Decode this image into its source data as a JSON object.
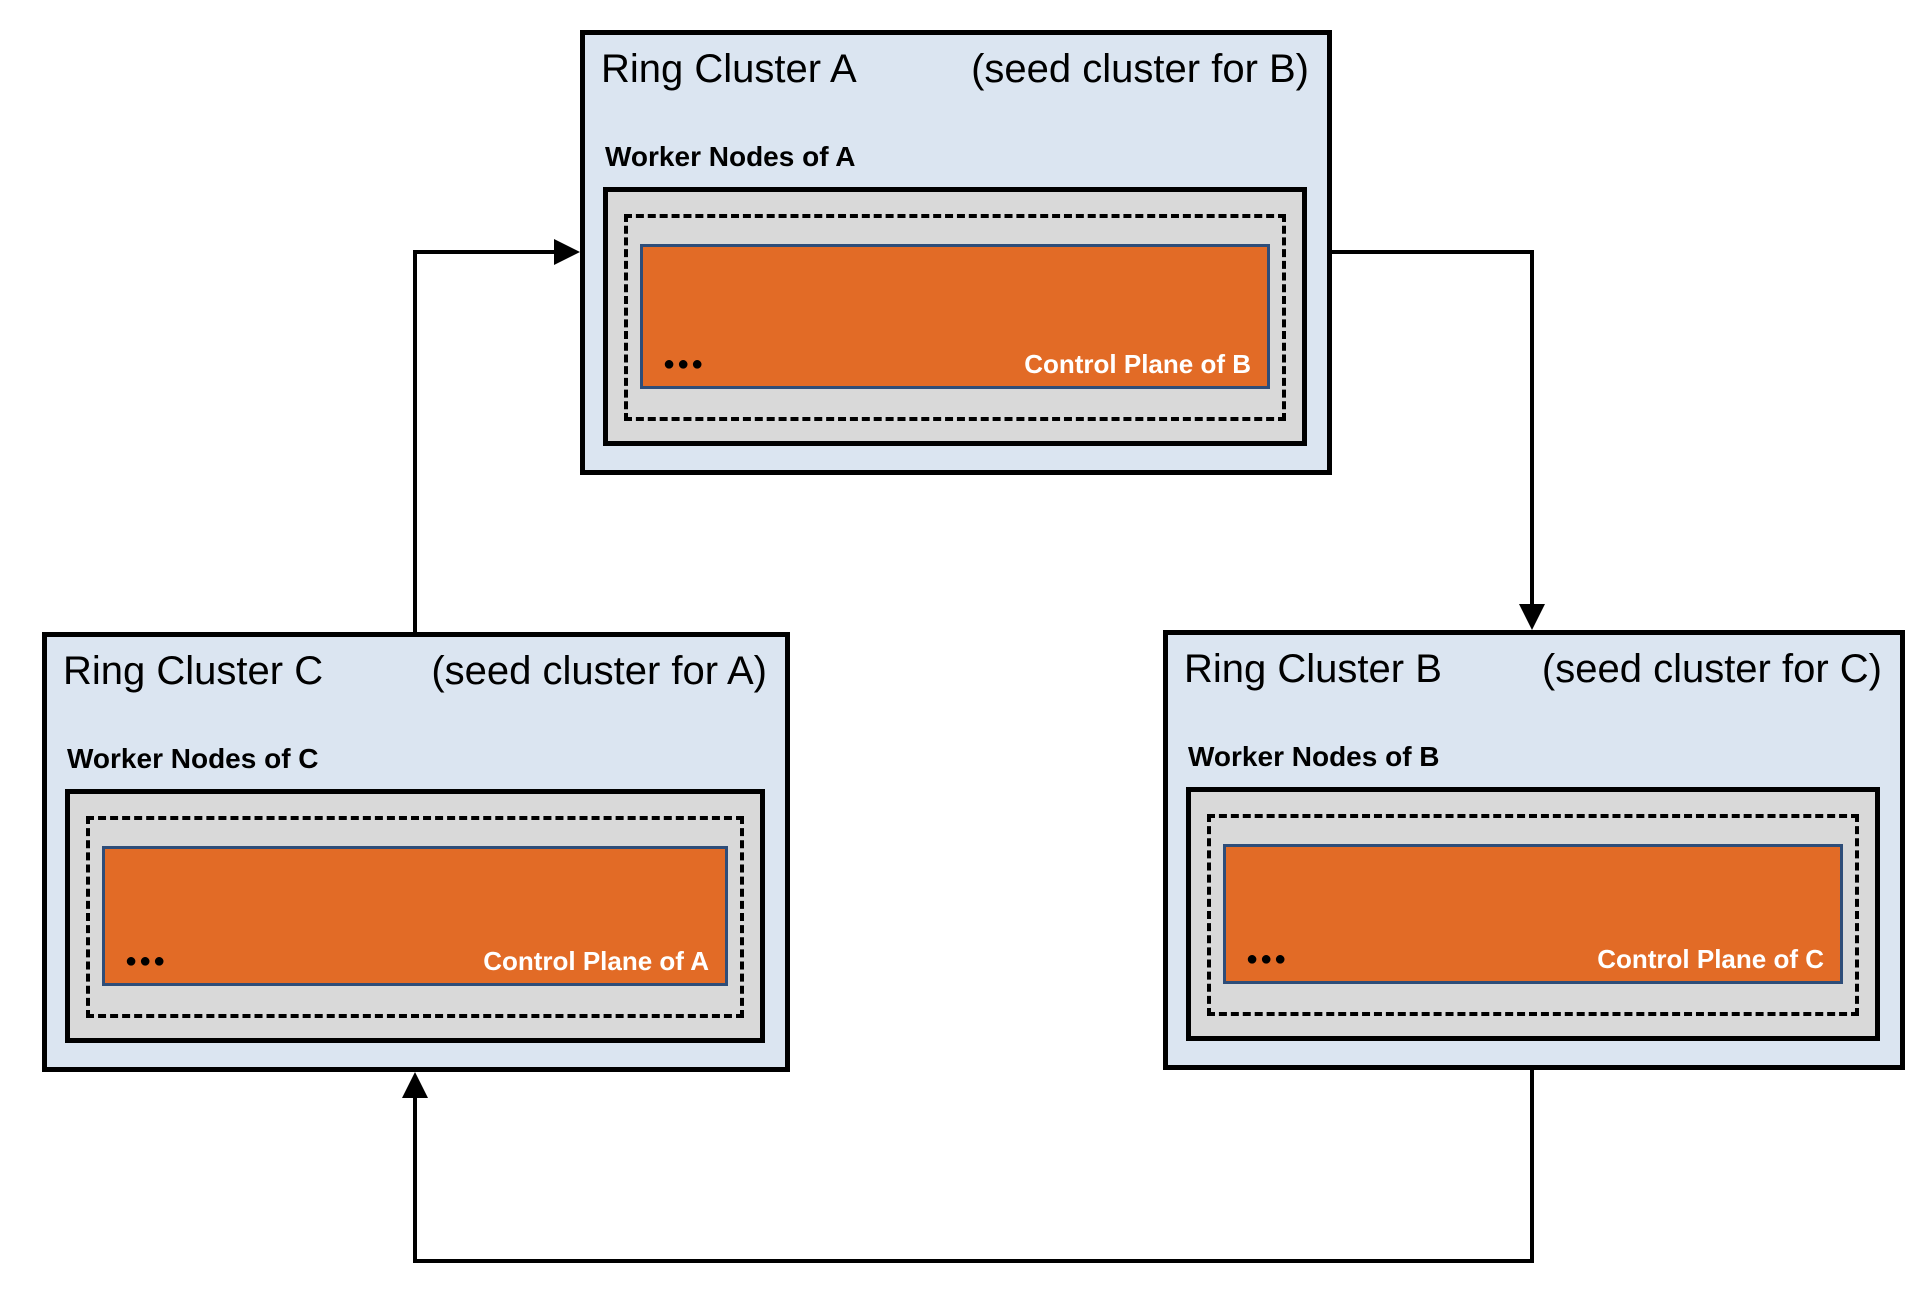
{
  "clusters": [
    {
      "id": "A",
      "title": "Ring Cluster A",
      "seed_note": "(seed cluster for B)",
      "worker_label": "Worker Nodes of A",
      "control_plane_label": "Control Plane of B",
      "ellipsis": "●●●"
    },
    {
      "id": "B",
      "title": "Ring Cluster B",
      "seed_note": "(seed cluster for C)",
      "worker_label": "Worker Nodes of B",
      "control_plane_label": "Control Plane of C",
      "ellipsis": "●●●"
    },
    {
      "id": "C",
      "title": "Ring Cluster C",
      "seed_note": "(seed cluster for A)",
      "worker_label": "Worker Nodes of C",
      "control_plane_label": "Control Plane of A",
      "ellipsis": "●●●"
    }
  ],
  "arrows": [
    {
      "from": "Ring Cluster C",
      "to": "Ring Cluster A"
    },
    {
      "from": "Ring Cluster A",
      "to": "Ring Cluster B"
    },
    {
      "from": "Ring Cluster B",
      "to": "Ring Cluster C"
    }
  ],
  "colors": {
    "cluster_fill": "#dbe5f1",
    "cluster_border": "#000000",
    "worker_fill": "#d9d9d9",
    "control_plane_fill": "#e26b26",
    "control_plane_border": "#2e4d79",
    "control_plane_text": "#ffffff",
    "arrow": "#000000"
  }
}
